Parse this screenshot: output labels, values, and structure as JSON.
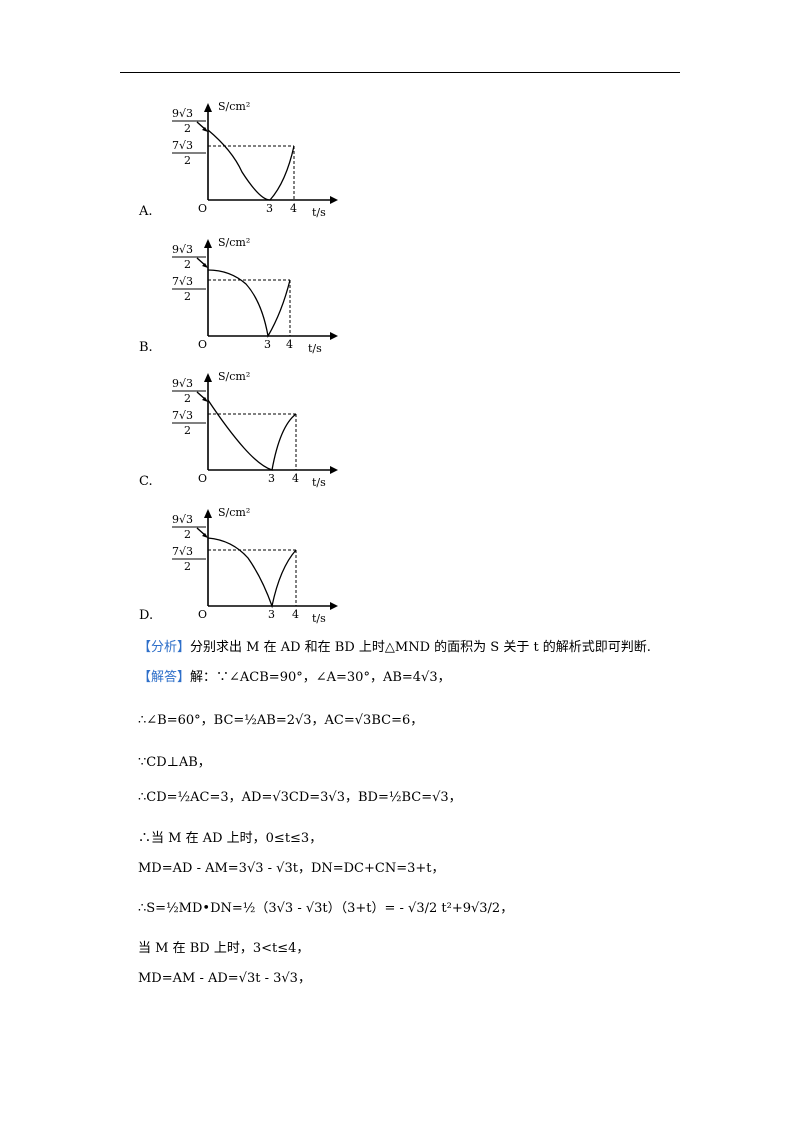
{
  "graph_labels": {
    "top_num": "9√3",
    "mid_num": "7√3",
    "den": "2",
    "y_axis": "S/cm²",
    "origin": "O",
    "tick3": "3",
    "tick4": "4",
    "x_axis": "t/s"
  },
  "options": [
    {
      "letter": "A."
    },
    {
      "letter": "B."
    },
    {
      "letter": "C."
    },
    {
      "letter": "D."
    }
  ],
  "solution": {
    "analysis_tag": "【分析】",
    "analysis_text": "分别求出 M 在 AD 和在 BD 上时△MND 的面积为 S 关于 t 的解析式即可判断.",
    "answer_tag": "【解答】",
    "line1": "解：∵∠ACB=90°，∠A=30°，AB=4√3，",
    "line2": "∴∠B=60°，BC=½AB=2√3，AC=√3BC=6，",
    "line3": "∵CD⊥AB，",
    "line4": "∴CD=½AC=3，AD=√3CD=3√3，BD=½BC=√3，",
    "line5": "∴当 M 在 AD 上时，0≤t≤3，",
    "line6": "MD=AD - AM=3√3 - √3t，DN=DC+CN=3+t，",
    "line7": "∴S=½MD•DN=½（3√3 - √3t）（3+t）= - √3/2 t²+9√3/2，",
    "line8": "当 M 在 BD 上时，3<t≤4，",
    "line9": "MD=AM - AD=√3t - 3√3，"
  }
}
